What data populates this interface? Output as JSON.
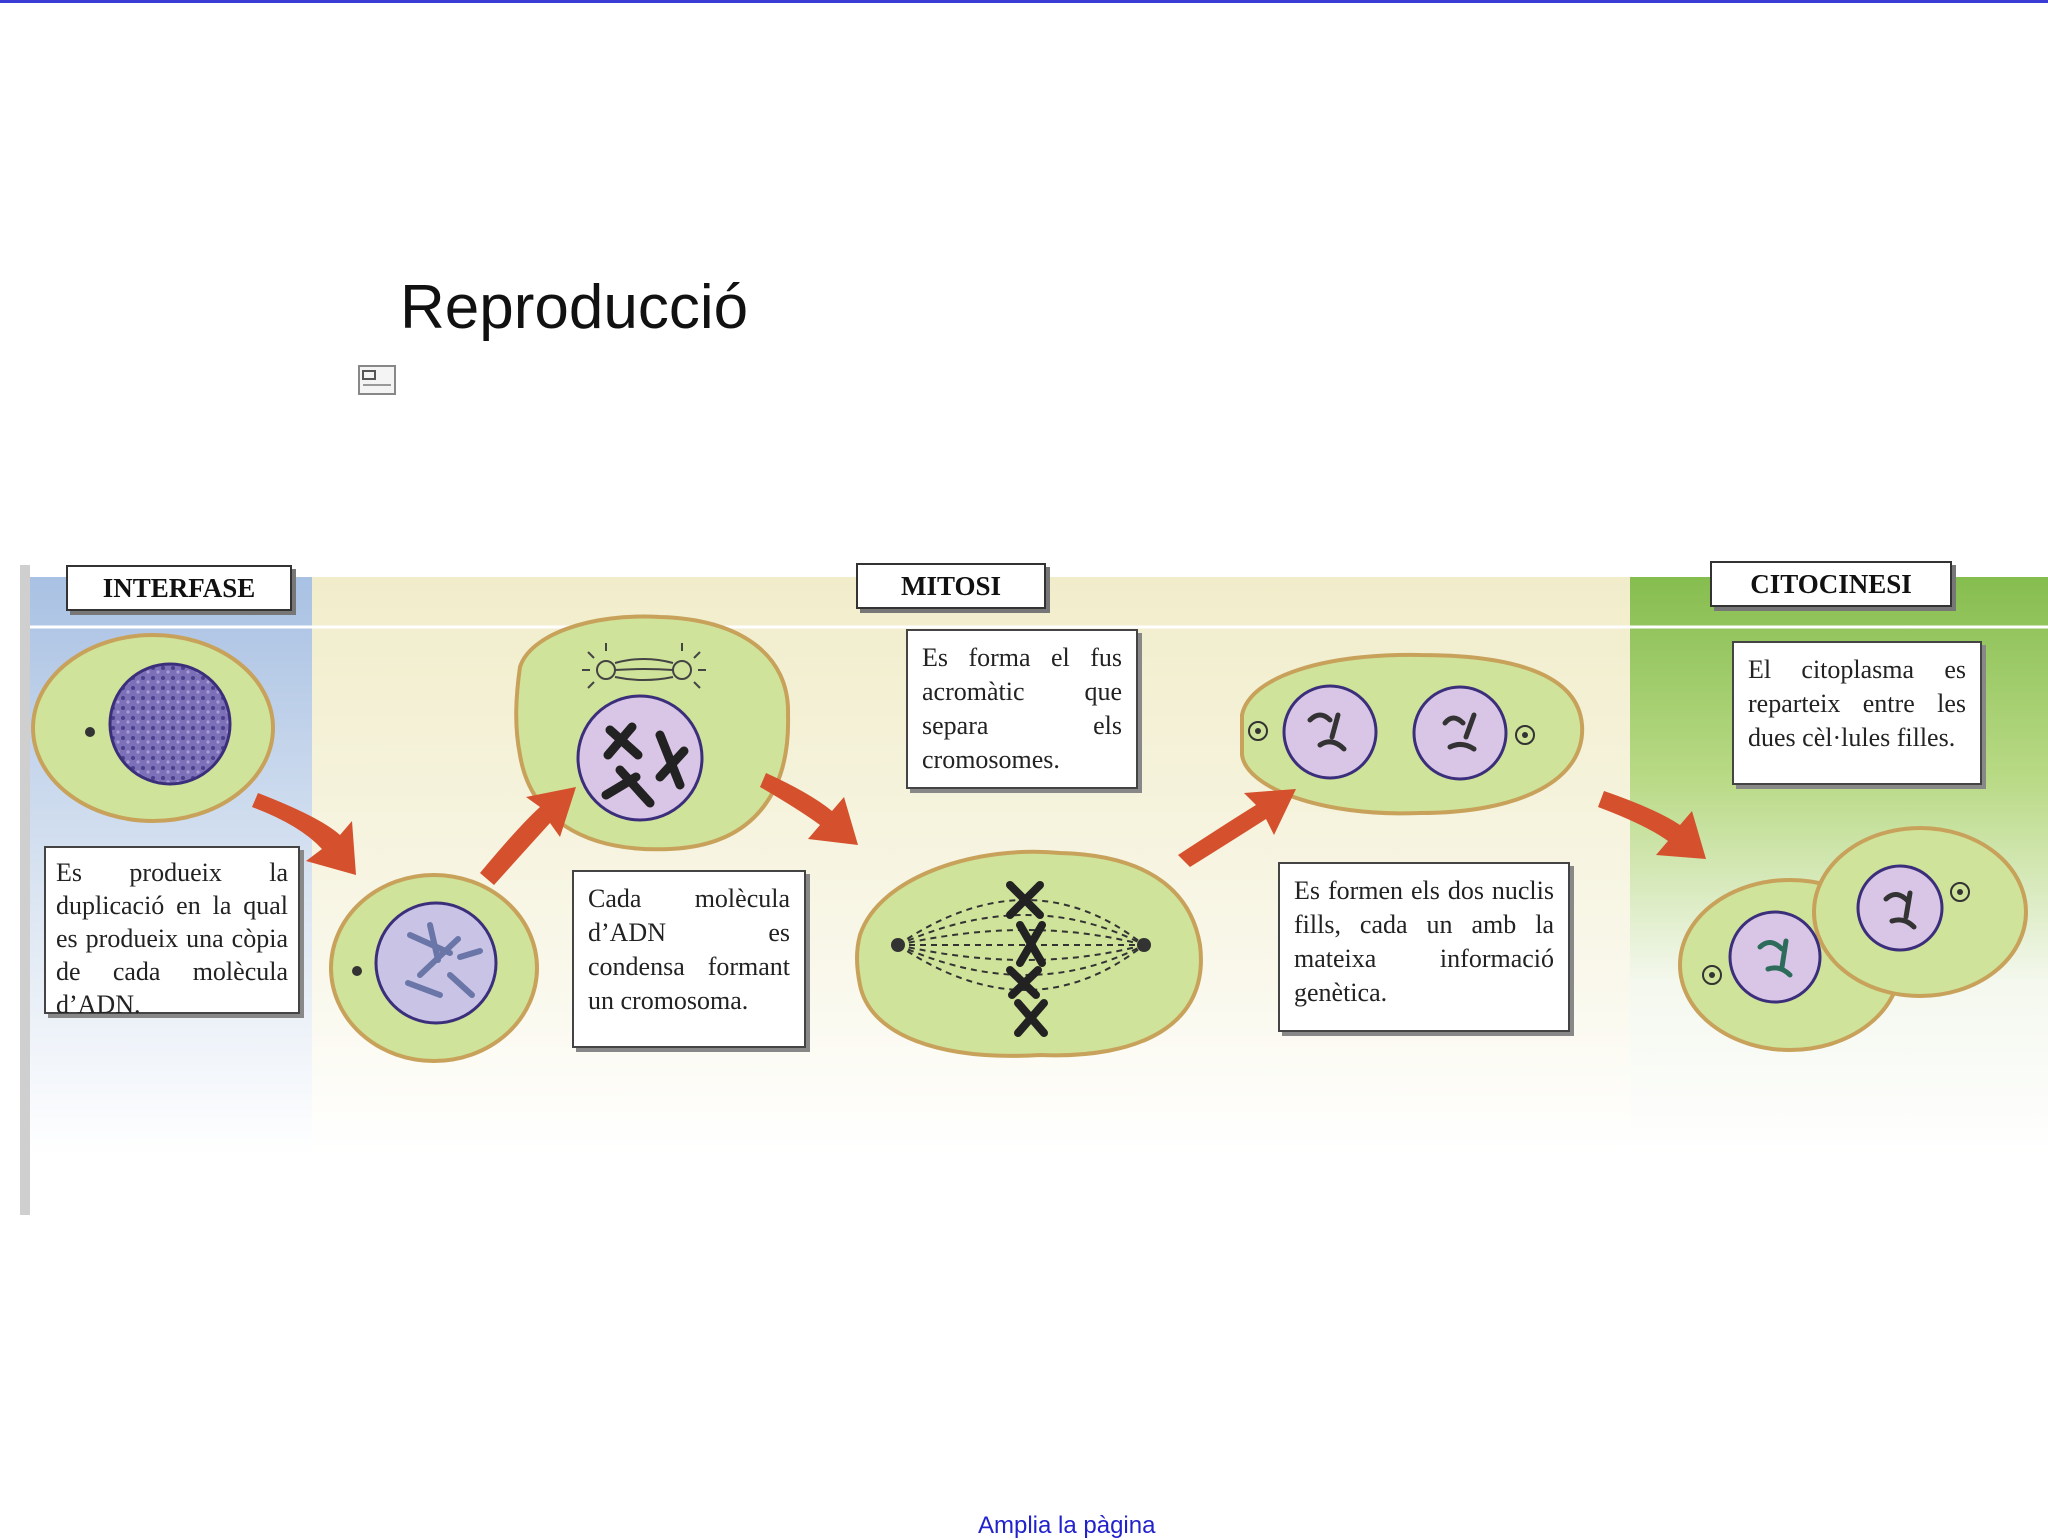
{
  "page": {
    "title": "Reproducció",
    "bottom_link": "Amplia la pàgina"
  },
  "diagram": {
    "phases": {
      "interfase": "INTERFASE",
      "mitosi": "MITOSI",
      "citocinesi": "CITOCINESI"
    },
    "notes": {
      "interfase_note": "Es produeix la duplicació en la qual es produeix una còpia de cada molècula d’ADN.",
      "condensation_note": "Cada molècula d’ADN es condensa formant un cromosoma.",
      "spindle_note": "Es forma el fus acromàtic que separa els cromosomes.",
      "nuclei_note": "Es formen els dos nuclis fills, cada un amb la mateixa informació genètica.",
      "cytokinesis_note": "El citoplasma es reparteix entre les dues cèl·lules filles."
    },
    "colors": {
      "interfase_band": "#a9c1e3",
      "mitosi_band": "#f3efcf",
      "citocinesi_band": "#86bd4f",
      "cell_fill": "#cfe39a",
      "cell_border": "#c8a25a",
      "nucleus_fill": "#d9c6e6",
      "arrow": "#d5502c"
    }
  }
}
